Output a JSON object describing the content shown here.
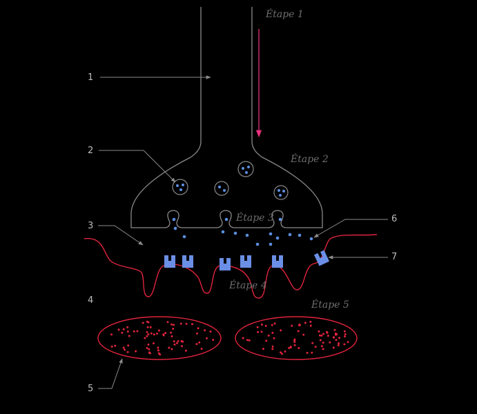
{
  "diagram": {
    "colors": {
      "background": "#000000",
      "neuron_outline": "#8a8a8a",
      "neurotransmitter": "#5b8fe0",
      "receptor": "#6b8fe6",
      "postsynaptic_membrane": "#e0243c",
      "signal_arrow": "#e8307c",
      "leader_line": "#8c8c8c",
      "label_text": "#bdbdbd",
      "stage_text": "#6e6e6e"
    },
    "numbers": [
      "1",
      "2",
      "3",
      "4",
      "5",
      "6",
      "7"
    ],
    "stages": [
      "Étape 1",
      "Étape 2",
      "Étape 3",
      "Étape 4",
      "Étape 5"
    ]
  }
}
